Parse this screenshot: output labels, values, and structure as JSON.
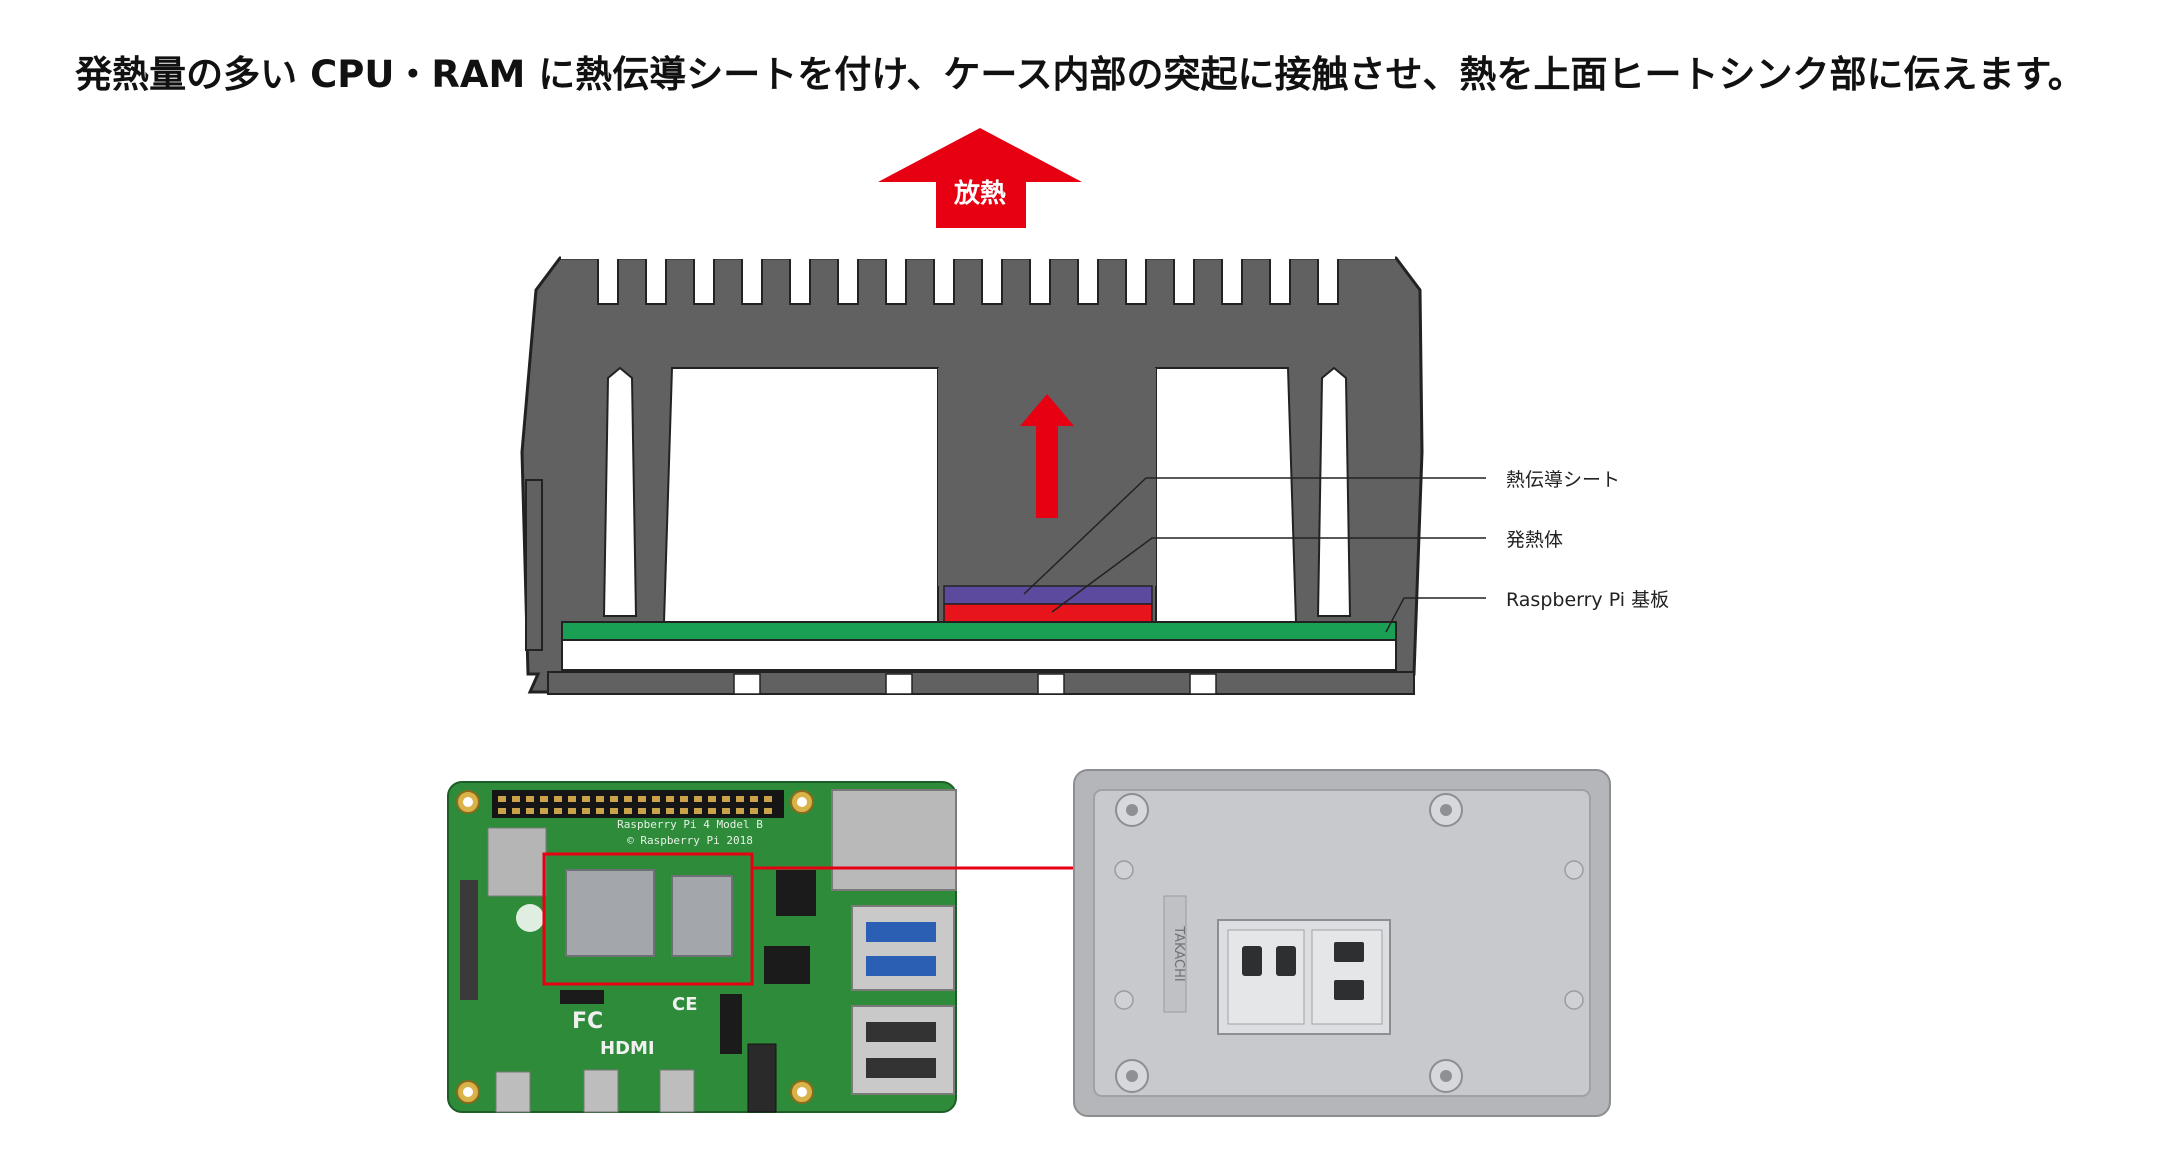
{
  "headline": "発熱量の多い CPU・RAM に熱伝導シートを付け、ケース内部の突起に接触させ、熱を上面ヒートシンク部に伝えます。",
  "diagram": {
    "heat_release_label": "放熱",
    "callouts": {
      "thermal_sheet": "熱伝導シート",
      "heat_source": "発熱体",
      "board": "Raspberry Pi 基板"
    }
  },
  "board_photo": {
    "silkscreen_model": "Raspberry Pi 4 Model B",
    "silkscreen_copyright": "© Raspberry Pi 2018",
    "hdmi_logo": "HDMI",
    "fc_mark": "FC",
    "ce_mark": "CE"
  },
  "case_photo": {
    "embossed_brand": "TAKACHI"
  },
  "colors": {
    "accent_red": "#e60012",
    "case_gray": "#616161",
    "thermal_sheet": "#5b4a9e",
    "heat_source": "#e8141c",
    "pcb_green": "#1aa055",
    "pcb_photo_green": "#2e8b3a"
  }
}
